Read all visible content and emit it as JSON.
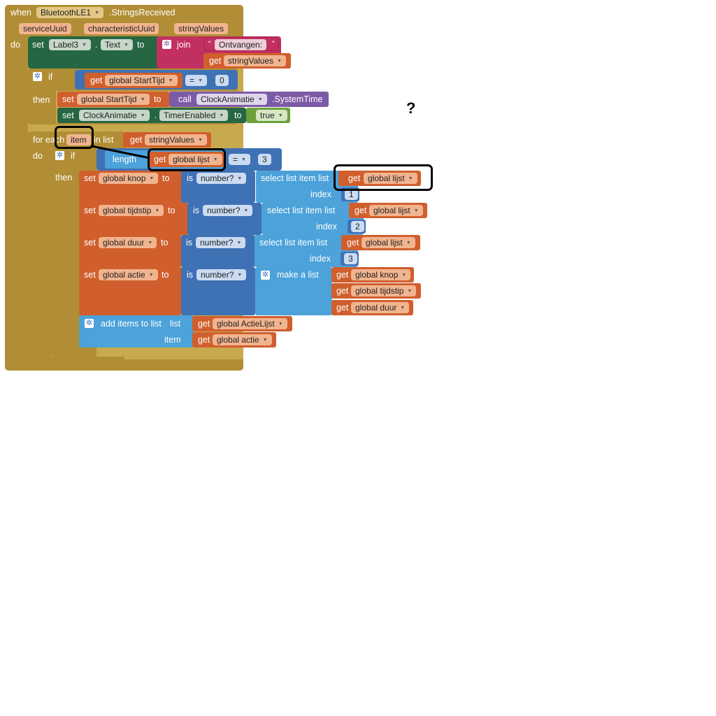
{
  "event": {
    "when": "when",
    "component": "BluetoothLE1",
    "event_name": ".StringsReceived",
    "params": [
      "serviceUuid",
      "characteristicUuid",
      "stringValues"
    ],
    "do": "do"
  },
  "set_label": {
    "set": "set",
    "component": "Label3",
    "dot": ".",
    "property": "Text",
    "to": "to",
    "join": "join",
    "quote_open": "“",
    "quote_close": "”",
    "text": "Ontvangen:",
    "get": "get",
    "var": "stringValues"
  },
  "if1": {
    "if": "if",
    "get": "get",
    "var": "global StartTijd",
    "op": "=",
    "num": "0",
    "then": "then",
    "set1_set": "set",
    "set1_var": "global StartTijd",
    "set1_to": "to",
    "call": "call",
    "call_comp": "ClockAnimatie",
    "call_method": ".SystemTime",
    "set2_set": "set",
    "set2_comp": "ClockAnimatie",
    "set2_dot": ".",
    "set2_prop": "TimerEnabled",
    "set2_to": "to",
    "bool": "true"
  },
  "foreach": {
    "for_each": "for each",
    "item": "item",
    "in_list": "in list",
    "get": "get",
    "var": "stringValues",
    "do": "do"
  },
  "if2": {
    "if": "if",
    "length": "length",
    "get": "get",
    "var": "global lijst",
    "op": "=",
    "num": "3",
    "then": "then"
  },
  "rows": [
    {
      "set": "set",
      "var": "global knop",
      "to": "to",
      "is": "is",
      "isnum": "number?",
      "select": "select list item  list",
      "get": "get",
      "list": "global lijst",
      "index_label": "index",
      "index": "1"
    },
    {
      "set": "set",
      "var": "global tijdstip",
      "to": "to",
      "is": "is",
      "isnum": "number?",
      "select": "select list item  list",
      "get": "get",
      "list": "global lijst",
      "index_label": "index",
      "index": "2"
    },
    {
      "set": "set",
      "var": "global duur",
      "to": "to",
      "is": "is",
      "isnum": "number?",
      "select": "select list item  list",
      "get": "get",
      "list": "global lijst",
      "index_label": "index",
      "index": "3"
    }
  ],
  "actie": {
    "set": "set",
    "var": "global actie",
    "to": "to",
    "is": "is",
    "isnum": "number?",
    "make": "make a list",
    "get": "get",
    "items": [
      "global knop",
      "global tijdstip",
      "global duur"
    ]
  },
  "additems": {
    "label": "add items to list",
    "list_label": "list",
    "item_label": "item",
    "get": "get",
    "list_var": "global ActieLijst",
    "item_var": "global actie"
  },
  "annotation": {
    "question": "?"
  },
  "colors": {
    "control": "#b18e35",
    "set_component": "#266643",
    "text": "#c2305f",
    "variable": "#d05f2d",
    "math": "#3f71b5",
    "list": "#4ca2d9",
    "procedure": "#7c5ba6",
    "logic": "#6ca13b"
  }
}
